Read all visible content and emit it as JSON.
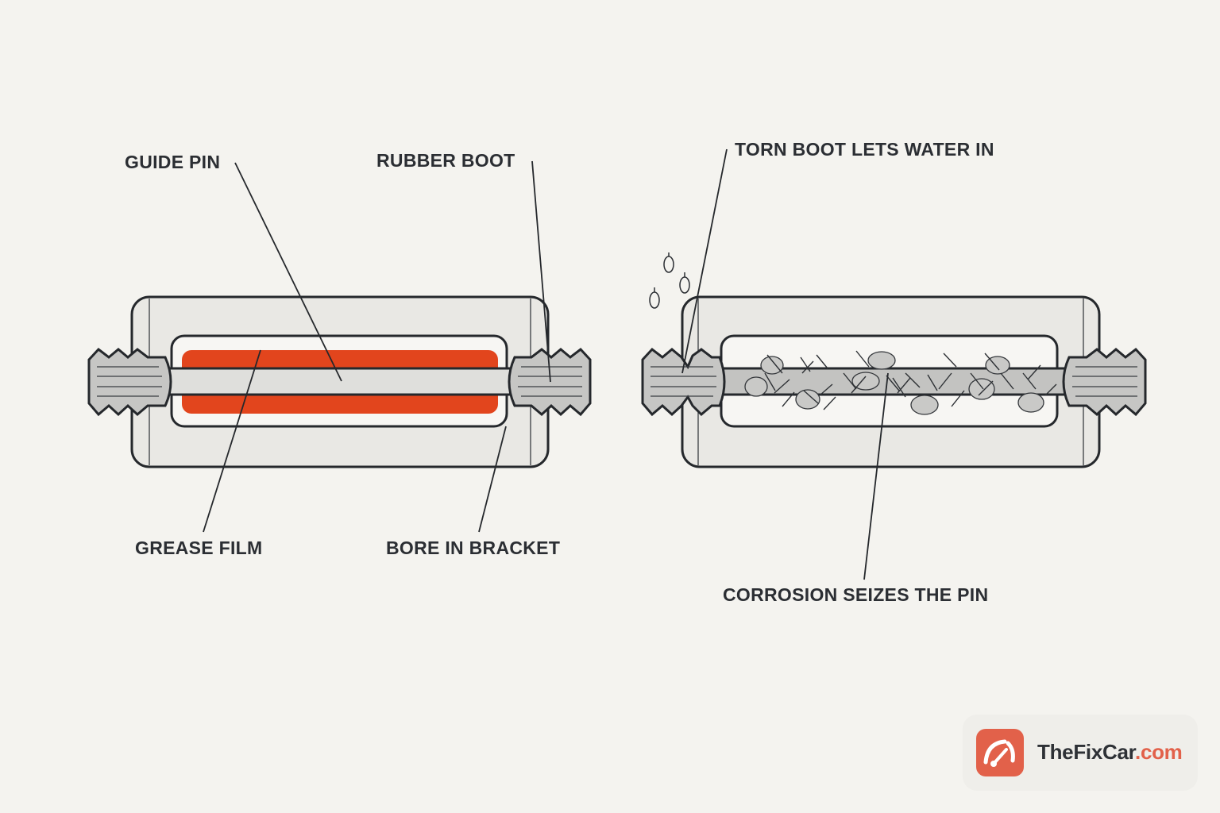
{
  "labels": {
    "guide_pin": "GUIDE PIN",
    "rubber_boot": "RUBBER BOOT",
    "grease_film": "GREASE FILM",
    "bore_in_bracket": "BORE IN BRACKET",
    "torn_boot": "TORN BOOT LETS WATER IN",
    "corrosion": "CORROSION SEIZES THE PIN"
  },
  "brand": {
    "name_main": "TheFixCar",
    "name_suffix": ".com",
    "icon": "gauge-icon"
  },
  "colors": {
    "background": "#f4f3ef",
    "bracket": "#e9e8e4",
    "grease": "#e2451d",
    "boot": "#c6c6c4",
    "corroded_pin": "#c3c3c1",
    "brand_accent": "#e2614a"
  }
}
